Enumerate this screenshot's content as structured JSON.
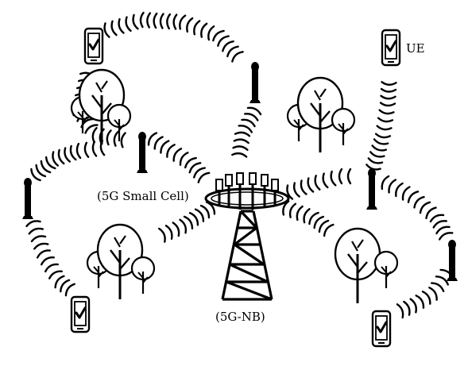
{
  "labels": {
    "ue": "UE",
    "small_cell": "(5G Small Cell)",
    "base_station": "(5G-NB)"
  },
  "icons": {
    "ue": "smartphone-check-icon",
    "small_cell": "small-cell-antenna-icon",
    "base_station": "lattice-tower-icon",
    "tree": "tree-icon",
    "signal": "wireless-arc-icon"
  },
  "colors": {
    "stroke": "#000000",
    "background": "#ffffff"
  }
}
